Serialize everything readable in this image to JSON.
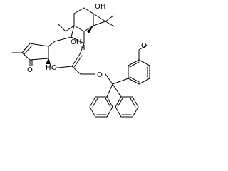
{
  "atom_labels": {
    "ring_top_oh": "OH",
    "central_oh": "OH",
    "hydroxyl_left_h": "H",
    "hydroxyl_right_oh": "O",
    "ring_junction_h": "H",
    "ketone_o": "O",
    "ether_o": "O",
    "methoxy": "O"
  }
}
